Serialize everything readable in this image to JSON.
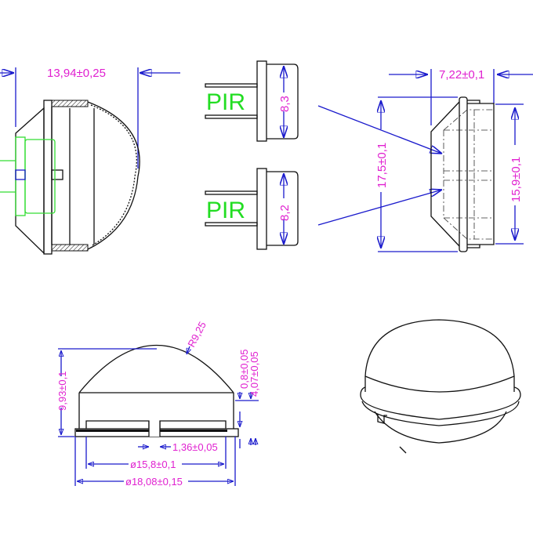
{
  "colors": {
    "dimension_text": "#e020d0",
    "dimension_lines": "#1a1acc",
    "outline": "#111111",
    "pir_label": "#22dd22"
  },
  "side_view": {
    "width_dim": "13,94±0,25"
  },
  "pir_sensors": [
    {
      "label": "PIR",
      "height_dim": "8,3"
    },
    {
      "label": "PIR",
      "height_dim": "8,2"
    }
  ],
  "back_view": {
    "depth_dim": "7,22±0,1",
    "outer_height_dim": "17,5±0,1",
    "inner_height_dim": "15,9±0,1"
  },
  "front_view": {
    "radius_dim": "R9,25",
    "height_dim": "9,93±0,1",
    "flange_dim": "0,8±0,05",
    "cap_dim": "4,07±0,05",
    "slot_dim": "1,36±0,05",
    "inner_diameter_dim": "ø15,8±0,1",
    "outer_diameter_dim": "ø18,08±0,15"
  },
  "iso_view": {
    "label": ""
  }
}
